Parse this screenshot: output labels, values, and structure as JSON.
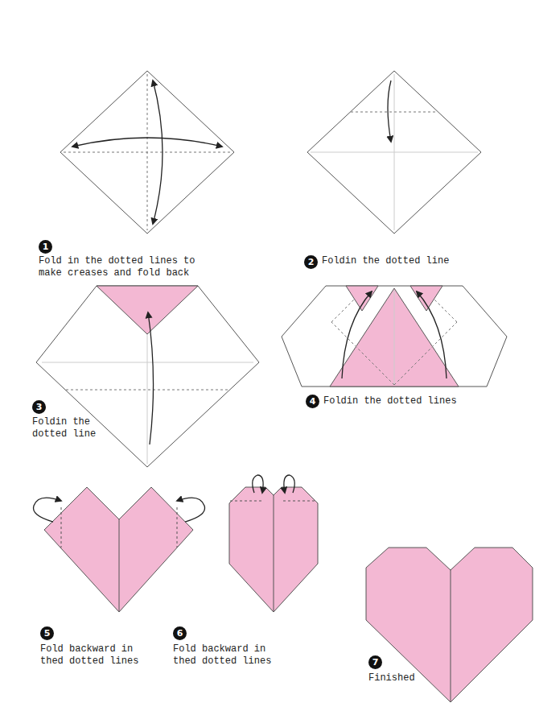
{
  "diagram": {
    "labels": [
      "1",
      "Fold in the dotted lines to make creases and fold back",
      "2",
      "Foldin the dotted line",
      "3",
      "Foldin the dotted line",
      "4",
      "Foldin the dotted lines",
      "5",
      "Fold backward in thed dotted lines",
      "6",
      "Fold backward in thed dotted lines",
      "7",
      "Finished"
    ]
  }
}
